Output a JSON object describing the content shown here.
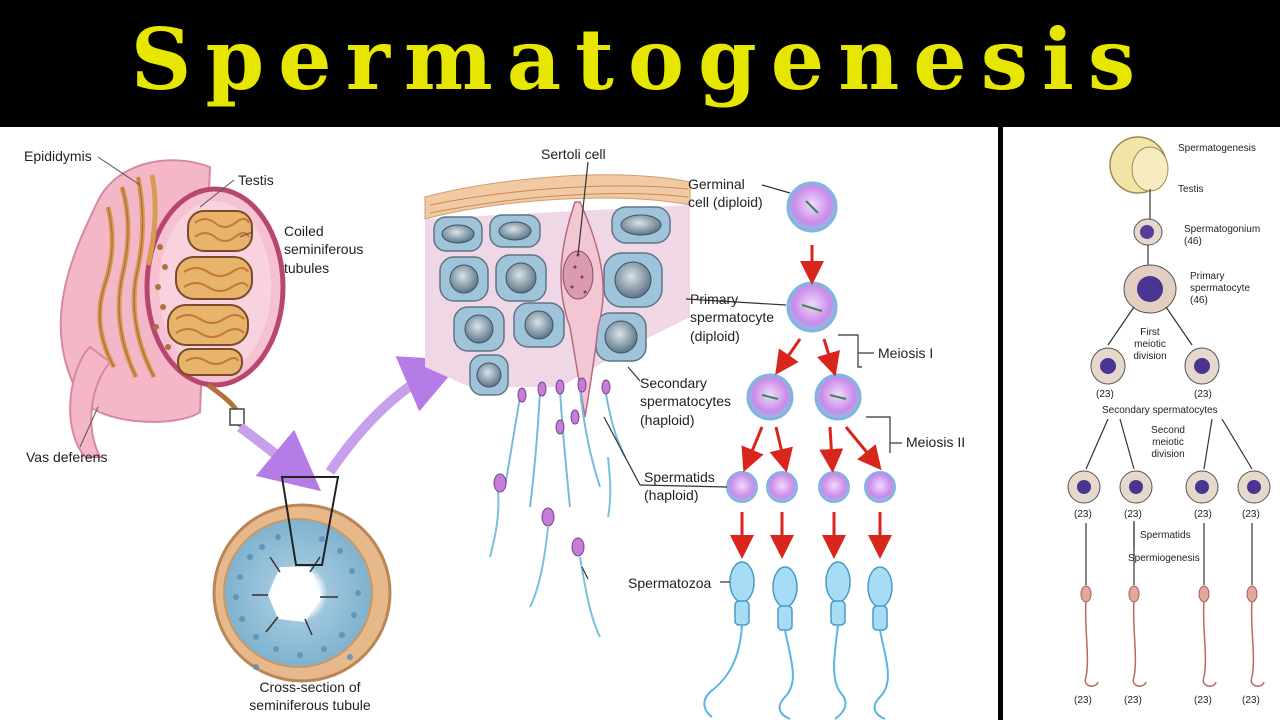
{
  "title": "Spermatogenesis",
  "colors": {
    "banner_bg": "#000000",
    "title_color": "#e6e600",
    "arrow_red": "#d9261c",
    "tubule_cell_blue": "#9fc3d8",
    "cell_purple": "#b36bd6",
    "testis_pink": "#f3b7c8",
    "tubule_tan": "#e8b36a"
  },
  "left_panel": {
    "epididymis": "Epididymis",
    "testis": "Testis",
    "coiled_1": "Coiled",
    "coiled_2": "seminiferous",
    "coiled_3": "tubules",
    "vas_deferens": "Vas deferens",
    "cross_section_1": "Cross-section of",
    "cross_section_2": "seminiferous tubule",
    "sertoli": "Sertoli cell",
    "germinal_1": "Germinal",
    "germinal_2": "cell (diploid)",
    "primary_1": "Primary",
    "primary_2": "spermatocyte",
    "primary_3": "(diploid)",
    "meiosis_1": "Meiosis I",
    "secondary_1": "Secondary",
    "secondary_2": "spermatocytes",
    "secondary_3": "(haploid)",
    "meiosis_2": "Meiosis II",
    "spermatids_1": "Spermatids",
    "spermatids_2": "(haploid)",
    "spermatozoa": "Spermatozoa"
  },
  "right_panel": {
    "heading": "Spermatogenesis",
    "testis": "Testis",
    "spermatogonium_1": "Spermatogonium",
    "spermatogonium_2": "(46)",
    "primary_1": "Primary",
    "primary_2": "spermatocyte",
    "primary_3": "(46)",
    "first_1": "First",
    "first_2": "meiotic",
    "first_3": "division",
    "count_23": "(23)",
    "secondary": "Secondary spermatocytes",
    "second_1": "Second",
    "second_2": "meiotic",
    "second_3": "division",
    "spermatids": "Spermatids",
    "spermiogenesis": "Spermiogenesis"
  }
}
